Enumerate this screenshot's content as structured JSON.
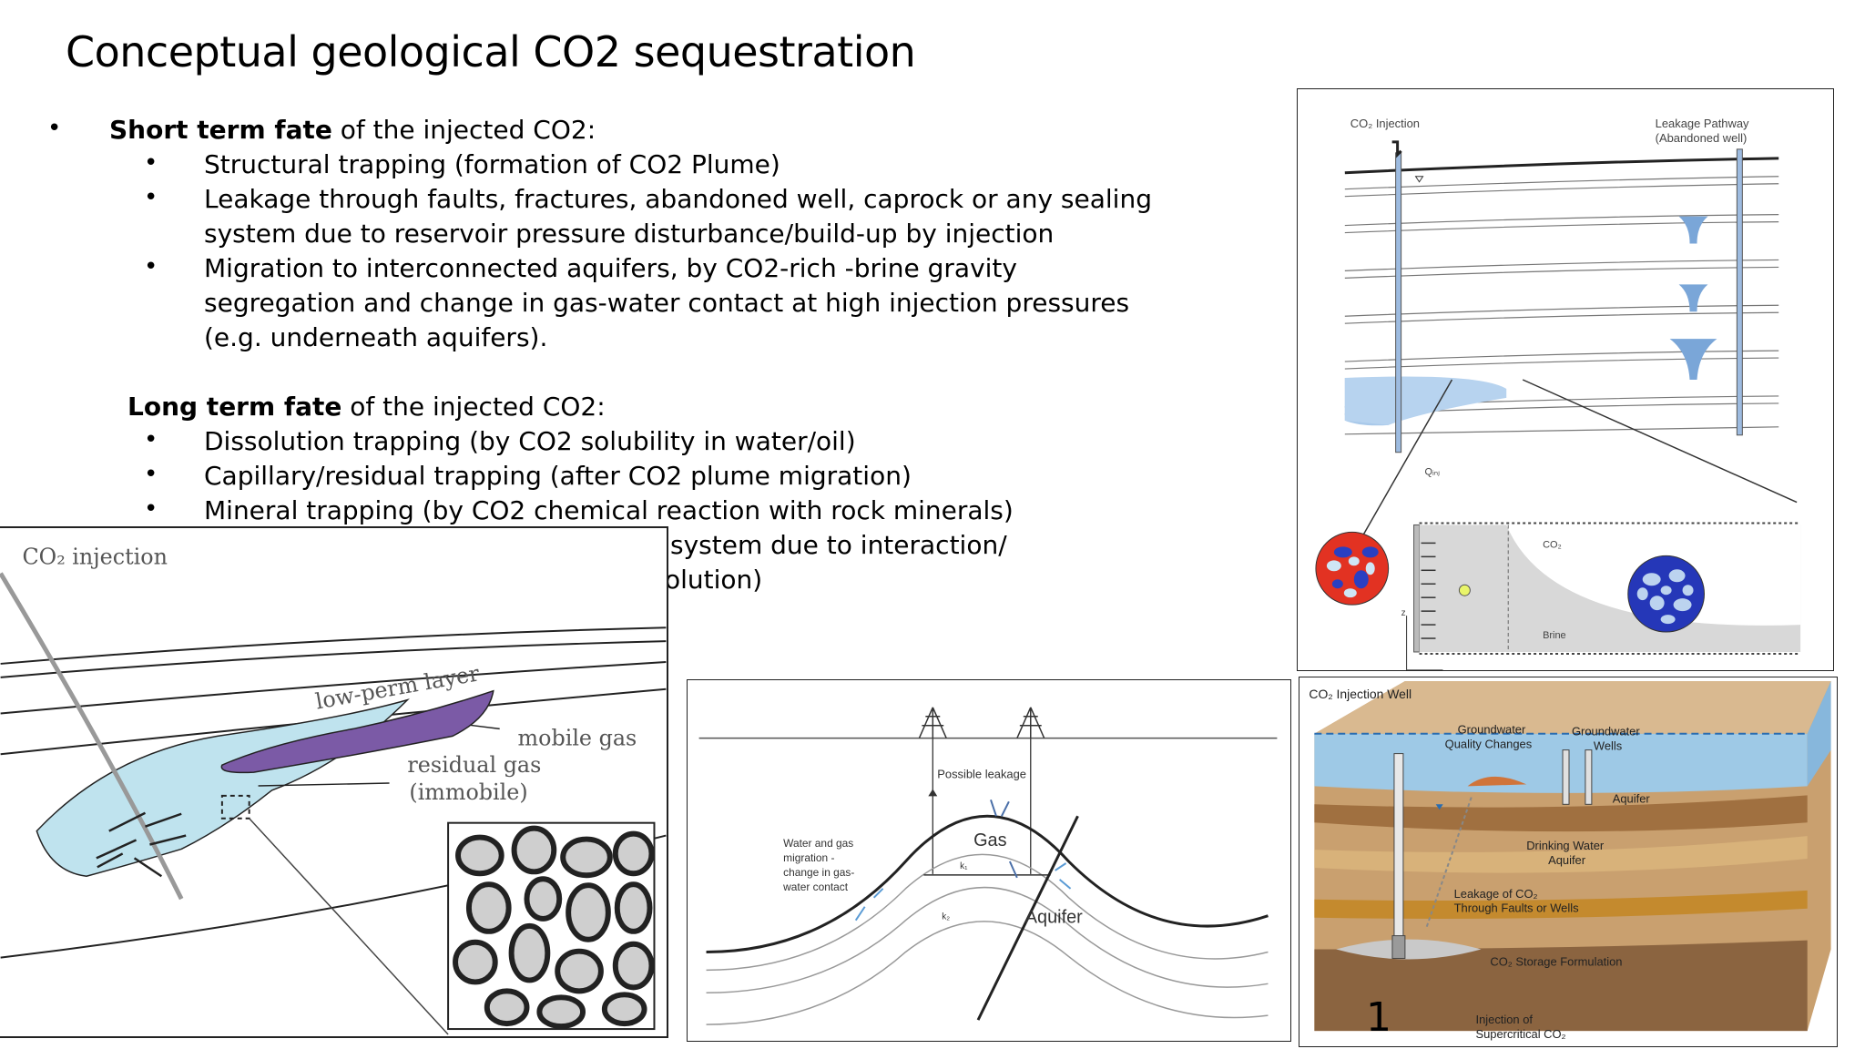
{
  "slide": {
    "title": "Conceptual geological CO2 sequestration",
    "short_term": {
      "heading_bold": "Short term fate",
      "heading_rest": " of the injected CO2:",
      "items": [
        "Structural trapping (formation of CO2 Plume)",
        "Leakage through faults, fractures, abandoned well, caprock or any sealing",
        "system due to reservoir pressure disturbance/build-up by injection",
        "Migration to interconnected aquifers, by CO2-rich -brine gravity",
        "segregation and change in gas-water contact at high injection pressures",
        "(e.g. underneath aquifers)."
      ]
    },
    "long_term": {
      "heading_bold": "Long term fate",
      "heading_rest": " of the injected CO2:",
      "items": [
        "Dissolution trapping (by CO2 solubility in water/oil)",
        "Capillary/residual trapping (after CO2 plume migration)",
        "Mineral trapping (by CO2 chemical reaction with rock minerals)",
        "system due to interaction/",
        "olution)"
      ]
    },
    "bullet_char": "•",
    "page_number": "1"
  },
  "fig_plume": {
    "co2_injection": "CO₂ injection",
    "low_perm": "low-perm layer",
    "mobile_gas": "mobile gas",
    "residual_gas": "residual gas",
    "immobile": "(immobile)"
  },
  "fig_leakage": {
    "co2_injection": "CO₂ Injection",
    "leakage_pathway": "Leakage Pathway",
    "abandoned_well": "(Abandoned well)",
    "q": "Qᵢₙⱼ",
    "co2": "CO₂",
    "brine": "Brine",
    "z": "z"
  },
  "fig_anticline": {
    "possible_leakage": "Possible leakage",
    "gas": "Gas",
    "aquifer": "Aquifer",
    "k1": "k₁",
    "k2": "k₂",
    "migration_note": [
      "Water and gas",
      "migration -",
      "change in gas-",
      "water contact"
    ]
  },
  "fig_block": {
    "injection_well": "CO₂ Injection Well",
    "gw_quality": [
      "Groundwater",
      "Quality Changes"
    ],
    "gw_wells": [
      "Groundwater",
      "Wells"
    ],
    "aquifer": "Aquifer",
    "drinking": [
      "Drinking Water",
      "Aquifer"
    ],
    "leakage": [
      "Leakage of CO₂",
      "Through Faults or Wells"
    ],
    "storage": "CO₂ Storage Formulation",
    "injection": [
      "Injection of",
      "Supercritical CO₂"
    ]
  },
  "colors": {
    "plume_blue": "#a9d8e8",
    "mobile_purple": "#7b5aa6",
    "leak_blue": "#6fa8dc",
    "soil_brown": "#b5865a"
  }
}
